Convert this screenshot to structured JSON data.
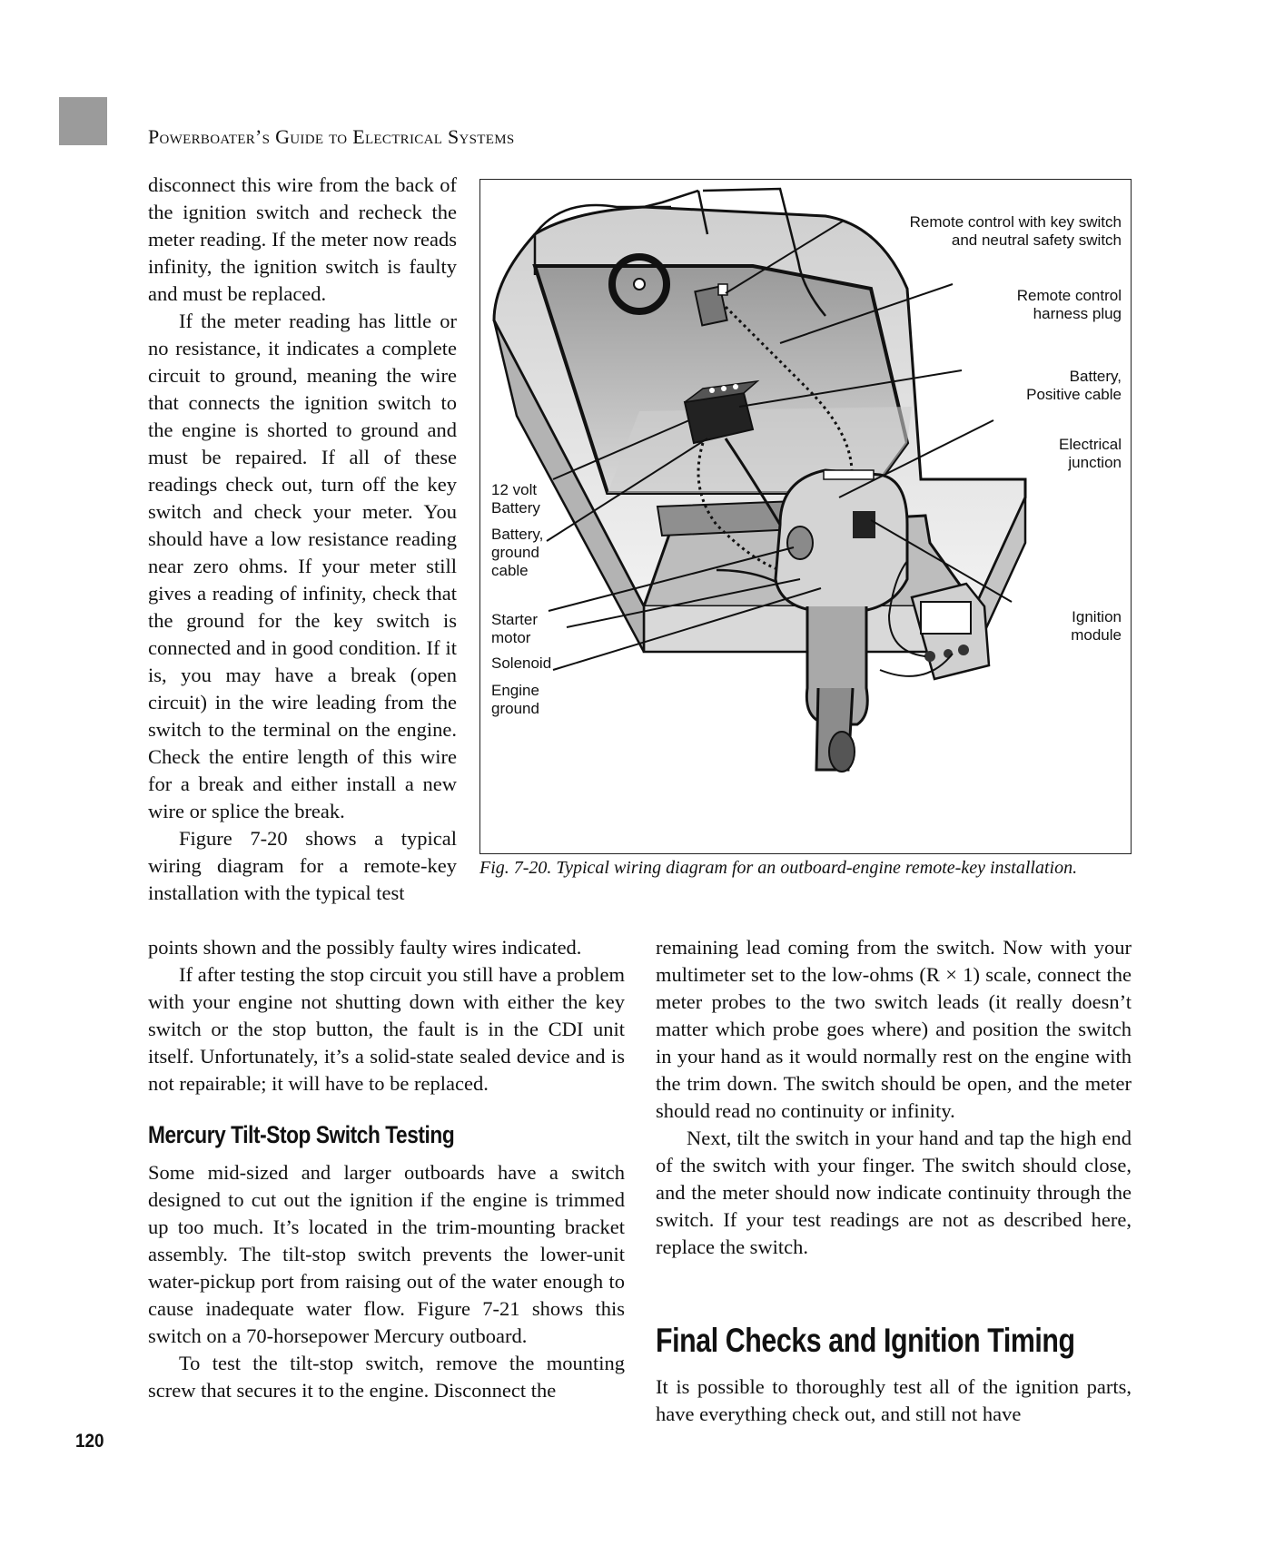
{
  "header": {
    "running_head": "Powerboater’s Guide to Electrical Systems"
  },
  "page_number": "120",
  "column_top": {
    "paragraphs": [
      "disconnect this wire from the back of the ignition switch and recheck the meter reading. If the meter now reads infinity, the ignition switch is faulty and must be replaced.",
      "If the meter reading has little or no resistance, it indicates a complete circuit to ground, meaning the wire that connects the ignition switch to the engine is shorted to ground and must be repaired. If all of these readings check out, turn off the key switch and check your meter. You should have a low resistance reading near zero ohms. If your meter still gives a reading of infinity, check that the ground for the key switch is connected and in good condition. If it is, you may have a break (open circuit) in the wire leading from the switch to the terminal on the engine. Check the entire length of this wire for a break and either install a new wire or splice the break.",
      "Figure 7-20 shows a typical wiring diagram for a remote-key installation with the typical test"
    ]
  },
  "column_left": {
    "p_continue": "points shown and the possibly faulty wires indicated.",
    "p_cdi": "If after testing the stop circuit you still have a problem with your engine not shutting down with either the key switch or the stop button, the fault is in the CDI unit itself. Unfortunately, it’s a solid-state sealed device and is not repairable; it will have to be replaced.",
    "subheading": "Mercury Tilt-Stop Switch Testing",
    "p_tilt": "Some mid-sized and larger outboards have a switch designed to cut out the ignition if the engine is trimmed up too much. It’s located in the trim-mounting bracket assembly. The tilt-stop switch prevents the lower-unit water-pickup port from raising out of the water enough to cause inadequate water flow. Figure 7-21 shows this switch on a 70-horsepower Mercury outboard.",
    "p_test": "To test the tilt-stop switch, remove the mounting screw that secures it to the engine. Disconnect the"
  },
  "column_right": {
    "p_remaining": "remaining lead coming from the switch. Now with your multimeter set to the low-ohms (R × 1) scale, connect the meter probes to the two switch leads (it really doesn’t matter which probe goes where) and position the switch in your hand as it would normally rest on the engine with the trim down. The switch should be open, and the meter should read no continuity or infinity.",
    "p_next": "Next, tilt the switch in your hand and tap the high end of the switch with your finger. The switch should close, and the meter should now indicate continuity through the switch. If your test readings are not as described here, replace the switch.",
    "heading": "Final Checks and Ignition Timing",
    "p_final": "It is possible to thoroughly test all of the ignition parts, have everything check out, and still not have"
  },
  "figure": {
    "caption": "Fig. 7-20. Typical wiring diagram for an outboard-engine remote-key installation.",
    "labels_right": {
      "remote_control_1": "Remote control with key switch",
      "remote_control_2": "and neutral safety switch",
      "harness_1": "Remote control",
      "harness_2": "harness plug",
      "battery_pos_1": "Battery,",
      "battery_pos_2": "Positive cable",
      "junction_1": "Electrical",
      "junction_2": "junction",
      "ignition_1": "Ignition",
      "ignition_2": "module"
    },
    "labels_left": {
      "battery_1": "12 volt",
      "battery_2": "Battery",
      "ground_1": "Battery,",
      "ground_2": "ground",
      "ground_3": "cable",
      "starter_1": "Starter",
      "starter_2": "motor",
      "solenoid": "Solenoid",
      "engine_ground_1": "Engine",
      "engine_ground_2": "ground"
    }
  }
}
